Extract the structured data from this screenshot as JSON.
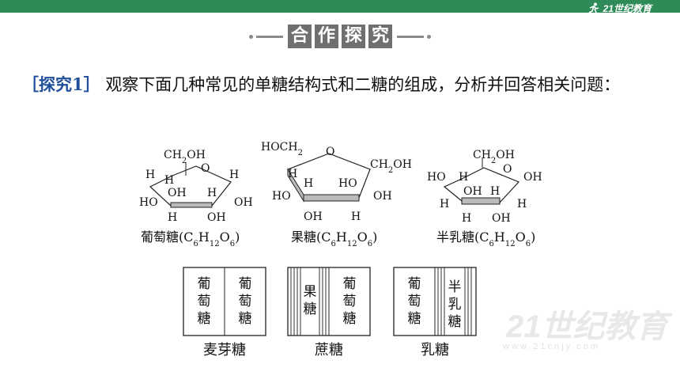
{
  "brand": {
    "logo_text": "21世纪教育"
  },
  "section_title": {
    "chars": [
      "合",
      "作",
      "探",
      "究"
    ]
  },
  "question": {
    "tag": "［探究1］",
    "text": "观察下面几种常见的单糖结构式和二糖的组成，分析并回答相关问题："
  },
  "structures": [
    {
      "name": "葡萄糖(C6H12O6)",
      "name_html": "葡萄糖(C<tspan baseline-shift='sub' font-size='10'>6</tspan>H<tspan baseline-shift='sub' font-size='10'>12</tspan>O<tspan baseline-shift='sub' font-size='10'>6</tspan>)"
    },
    {
      "name": "果糖(C6H12O6)"
    },
    {
      "name": "半乳糖(C6H12O6)"
    }
  ],
  "disaccharides": [
    {
      "name": "麦芽糖",
      "left": "葡萄糖",
      "right": "葡萄糖"
    },
    {
      "name": "蔗糖",
      "left": "果糖",
      "right": "葡萄糖"
    },
    {
      "name": "乳糖",
      "left": "葡萄糖",
      "right": "半乳糖"
    }
  ],
  "watermark": {
    "text": "21世纪教育",
    "url": "www.21cnjy.com"
  }
}
